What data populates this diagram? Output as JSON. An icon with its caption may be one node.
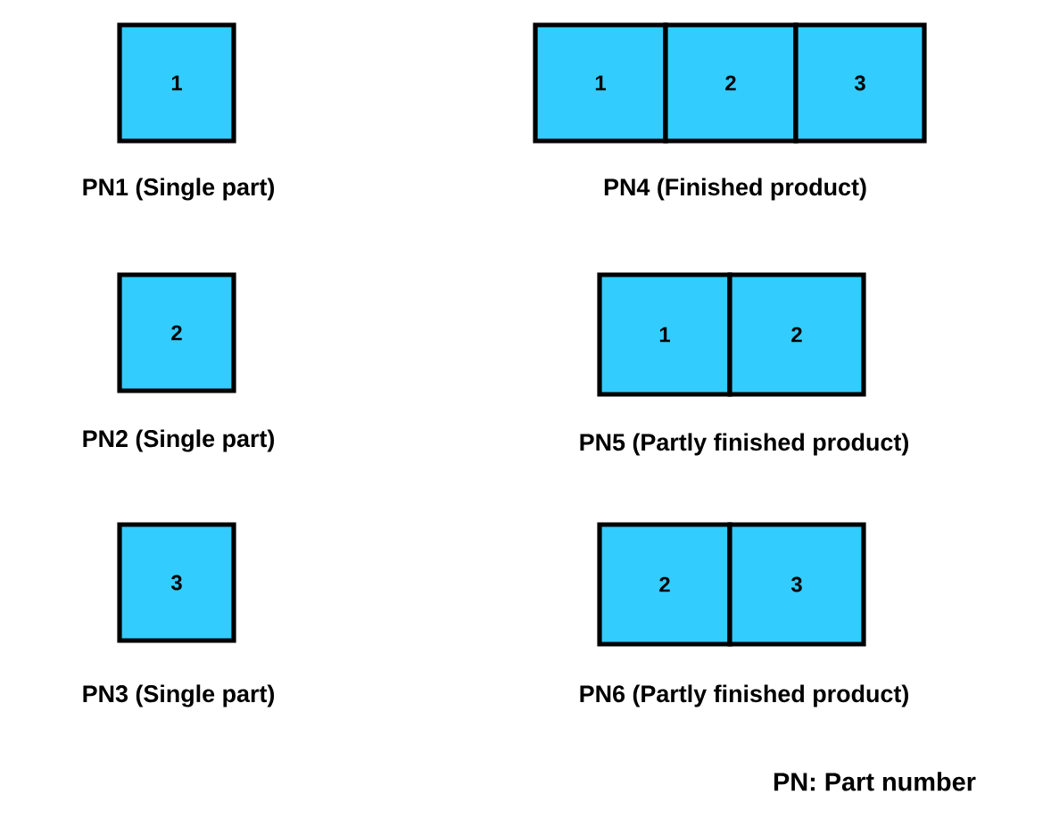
{
  "diagram": {
    "nodes": [
      {
        "text": [
          "1"
        ]
      },
      {
        "text": [
          "1"
        ]
      },
      {
        "text": [
          "2"
        ]
      },
      {
        "text": [
          "3"
        ]
      },
      {
        "text": [
          "2"
        ]
      },
      {
        "text": [
          "1"
        ]
      },
      {
        "text": [
          "2"
        ]
      },
      {
        "text": [
          "3"
        ]
      },
      {
        "text": [
          "2"
        ]
      },
      {
        "text": [
          "3"
        ]
      }
    ],
    "labels": [
      "PN1 (Single part)",
      "PN4 (Finished product)",
      "PN2 (Single part)",
      "PN5 (Partly finished product)",
      "PN3 (Single part)",
      "PN6 (Partly finished product)",
      "PN: Part number"
    ]
  }
}
